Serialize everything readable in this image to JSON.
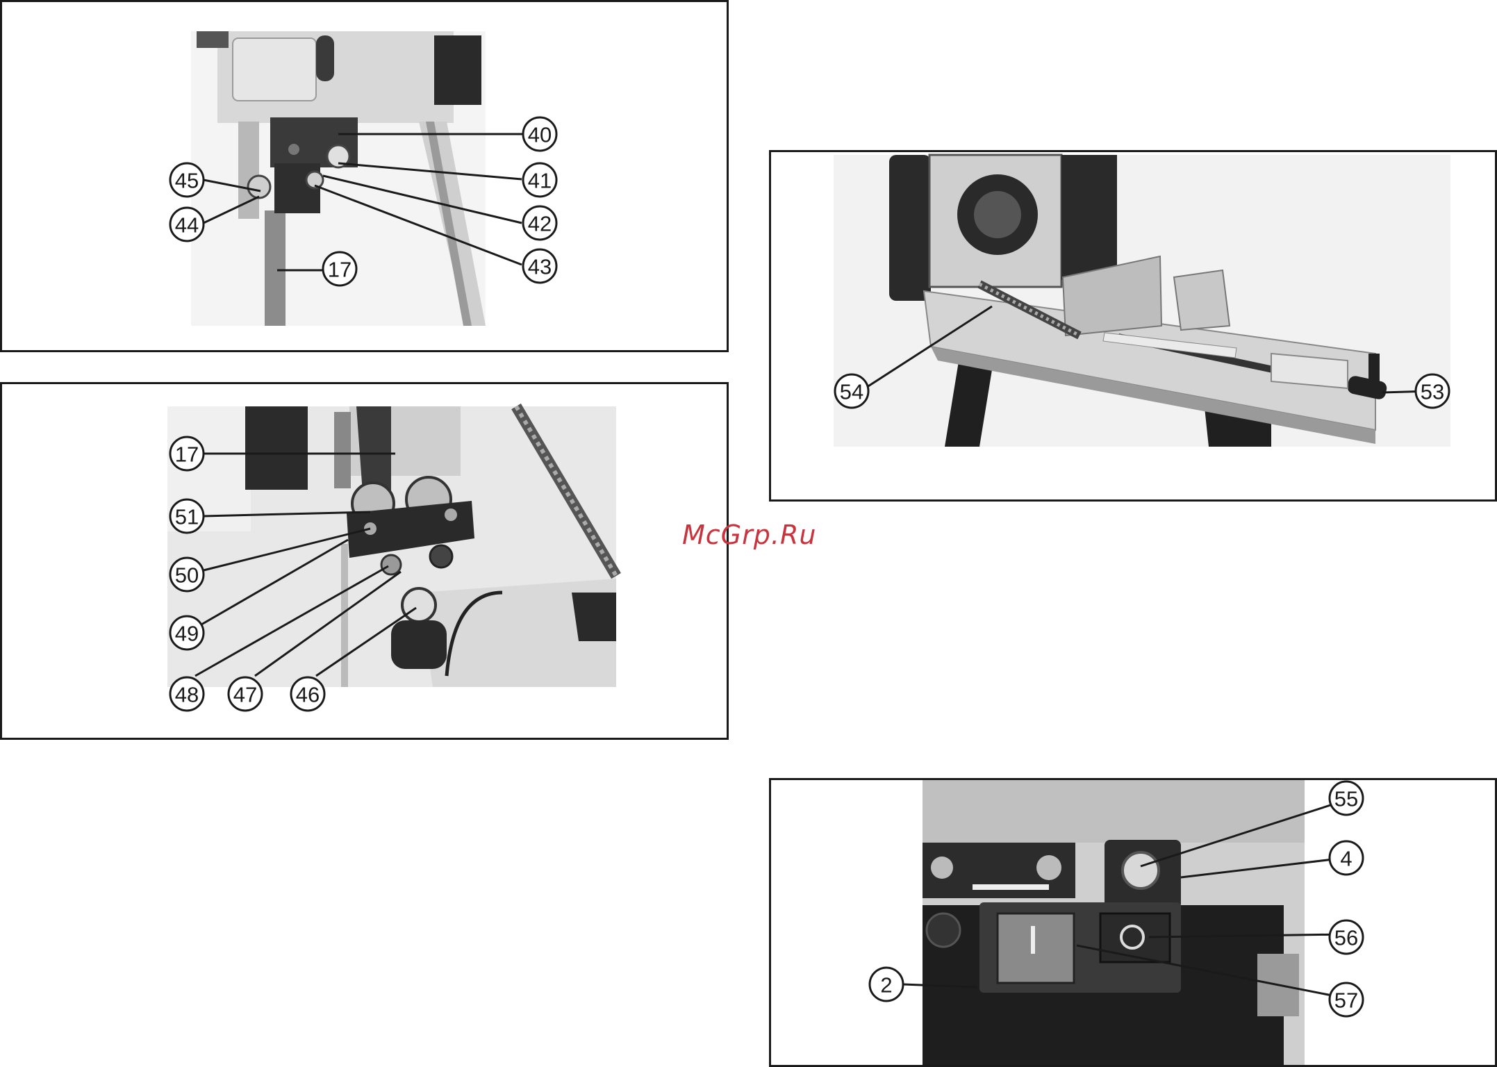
{
  "watermark": "McGrp.Ru",
  "colors": {
    "frame": "#1a1a1a",
    "watermark": "#c8343d",
    "photo_light": "#d9d9d9",
    "photo_mid": "#9a9a9a",
    "photo_dark": "#2b2b2b"
  },
  "figures": {
    "top_left": {
      "callouts": [
        "40",
        "41",
        "42",
        "43",
        "44",
        "45",
        "17"
      ]
    },
    "middle_left": {
      "callouts": [
        "17",
        "51",
        "50",
        "49",
        "48",
        "47",
        "46"
      ]
    },
    "top_right": {
      "callouts": [
        "54",
        "53"
      ]
    },
    "bottom_right": {
      "callouts": [
        "55",
        "4",
        "56",
        "57",
        "2"
      ]
    }
  }
}
